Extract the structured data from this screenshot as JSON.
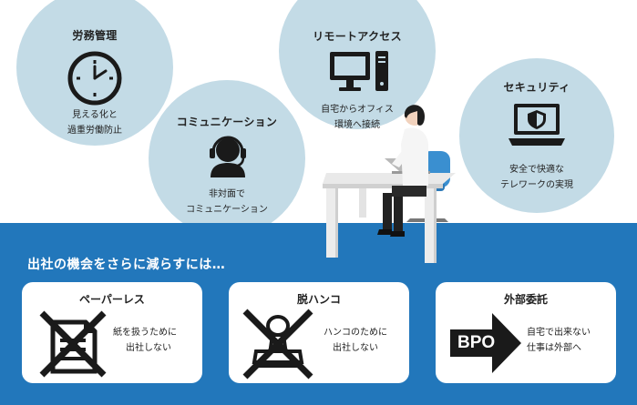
{
  "circles": [
    {
      "title": "労務管理",
      "desc_lines": [
        "見える化と",
        "過重労働防止"
      ],
      "icon": "clock-icon"
    },
    {
      "title": "コミュニケーション",
      "desc_lines": [
        "非対面で",
        "コミュニケーション"
      ],
      "icon": "headset-support-icon"
    },
    {
      "title": "リモートアクセス",
      "desc_lines": [
        "自宅からオフィス",
        "環境へ接続"
      ],
      "icon": "desktop-computer-icon"
    },
    {
      "title": "セキュリティ",
      "desc_lines": [
        "安全で快適な",
        "テレワークの実現"
      ],
      "icon": "laptop-shield-icon"
    }
  ],
  "band": {
    "heading": "出社の機会をさらに減らすには…",
    "color": "#2277bb"
  },
  "cards": [
    {
      "title": "ペーパーレス",
      "desc_lines": [
        "紙を扱うために",
        "出社しない"
      ],
      "icon": "crossed-paper-icon"
    },
    {
      "title": "脱ハンコ",
      "desc_lines": [
        "ハンコのために",
        "出社しない"
      ],
      "icon": "crossed-stamp-icon"
    },
    {
      "title": "外部委託",
      "desc_lines": [
        "自宅で出来ない",
        "仕事は外部へ"
      ],
      "icon": "bpo-arrow-icon",
      "badge": "BPO"
    }
  ],
  "colors": {
    "circle": "#c3dbe6",
    "icon": "#1a1a1a"
  }
}
